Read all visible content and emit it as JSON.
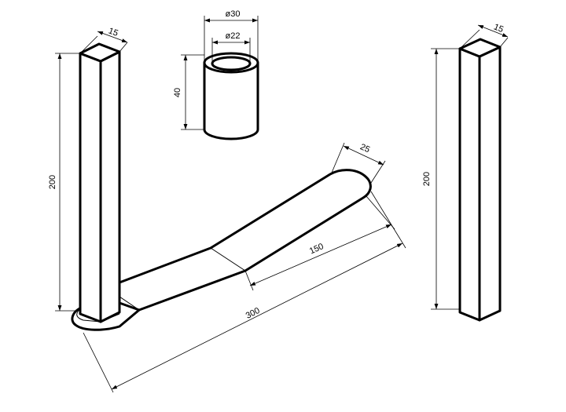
{
  "colors": {
    "line": "#000000",
    "background": "#ffffff"
  },
  "dimensions": {
    "post_width": "15",
    "post_height": "200",
    "bushing_outer_diameter": "ø30",
    "bushing_inner_diameter": "ø22",
    "bushing_height": "40",
    "handle_end_width": "25",
    "handle_half_length": "150",
    "handle_total_length": "300",
    "separate_post_width": "15",
    "separate_post_height": "200"
  }
}
